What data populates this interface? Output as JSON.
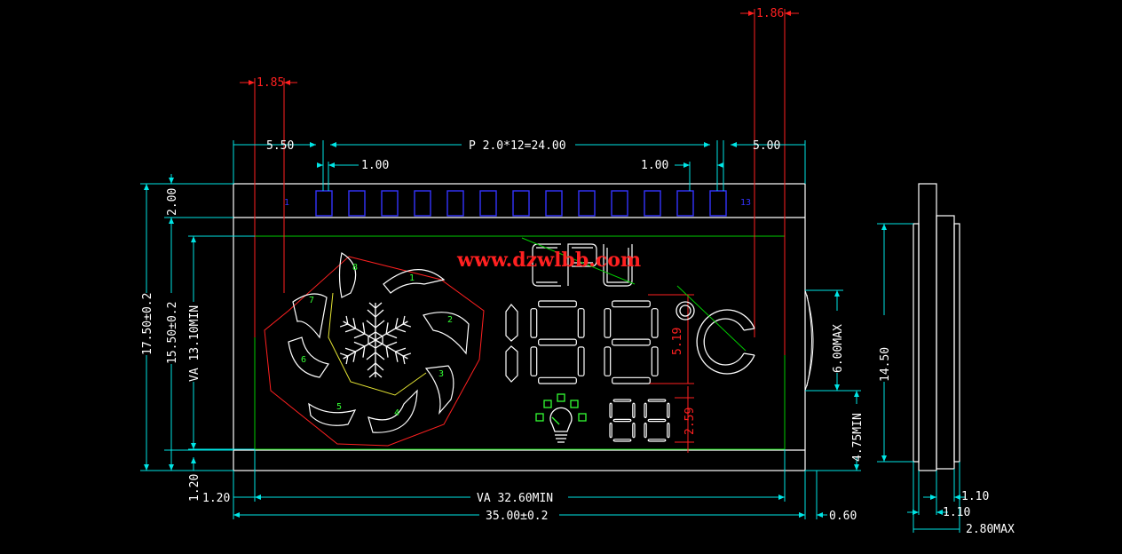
{
  "colors": {
    "background": "#000000",
    "outline": "#ffffff",
    "dimension": "#00e5e5",
    "reference": "#ff2020",
    "viewing_area": "#00cc00",
    "pins": "#3333ff",
    "segments": "#ffffff",
    "fan_outline": "#ff2020",
    "fan_shade": "#e5e533"
  },
  "watermark": "www.dzwlbb.com",
  "pins": {
    "first_label": "1",
    "last_label": "13",
    "count": 13
  },
  "dimensions": {
    "top_ref_left": "1.85",
    "top_ref_right": "1.86",
    "left_offset": "5.50",
    "pitch": "P 2.0*12=24.00",
    "right_offset": "5.00",
    "pin_width_left": "1.00",
    "pin_width_right": "1.00",
    "overall_height": "17.50±0.2",
    "va_height": "15.50±0.2",
    "va_min": "VA 13.10MIN",
    "pin_strip": "2.00",
    "bottom_gap": "1.20",
    "left_gap": "1.20",
    "va_width": "VA 32.60MIN",
    "overall_width": "35.00±0.2",
    "thickness_small": "0.60",
    "big_digit_height": "5.19",
    "small_digit_height": "2.59",
    "side_max": "6.00MAX",
    "side_min": "4.75MIN",
    "side_height": "14.50",
    "side_t1": "1.10",
    "side_t2": "1.10",
    "side_total": "2.80MAX"
  },
  "icons": [
    "snowflake-icon",
    "fan-icon",
    "lightbulb-icon",
    "degree-celsius-icon"
  ],
  "segment_labels": [
    "1",
    "2",
    "3",
    "4",
    "5",
    "6",
    "7",
    "8"
  ]
}
